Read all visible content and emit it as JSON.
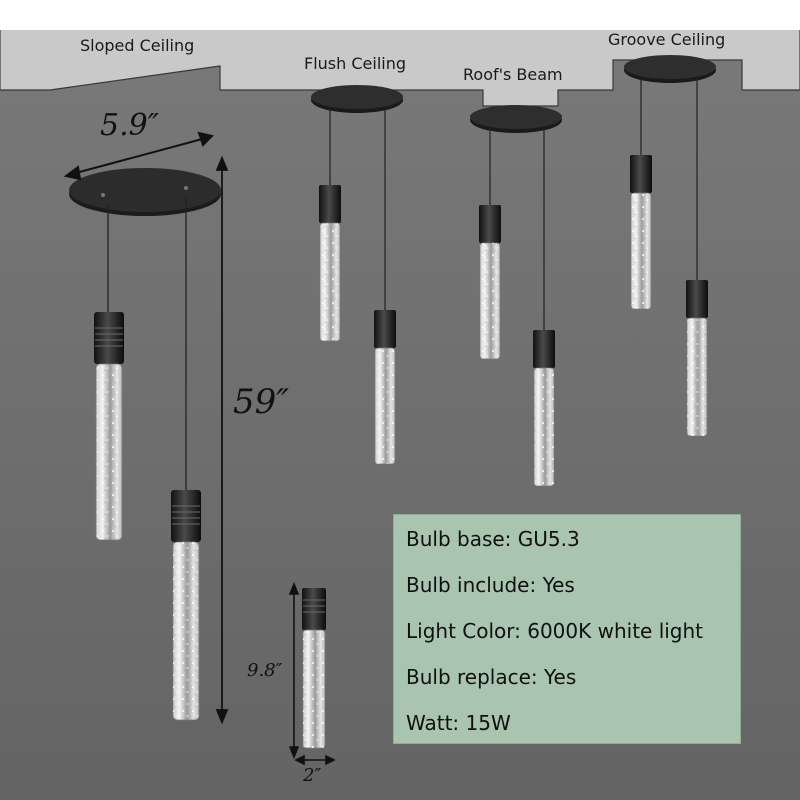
{
  "ceilings": {
    "sloped": "Sloped Ceiling",
    "flush": "Flush Ceiling",
    "roof_beam": "Roof's Beam",
    "groove": "Groove Ceiling"
  },
  "dimensions": {
    "canopy_width": "5.9″",
    "cord_length": "59″",
    "shade_height": "9.8″",
    "shade_diameter": "2″"
  },
  "specs": [
    "Bulb base: GU5.3",
    "Bulb include: Yes",
    "Light Color: 6000K  white light",
    "Bulb replace: Yes",
    "Watt: 15W"
  ],
  "colors": {
    "wall": "#6e6e6e",
    "ceiling": "#c8c8c8",
    "fixture_black": "#1e1e1e",
    "spec_panel": "#a9c4af"
  }
}
